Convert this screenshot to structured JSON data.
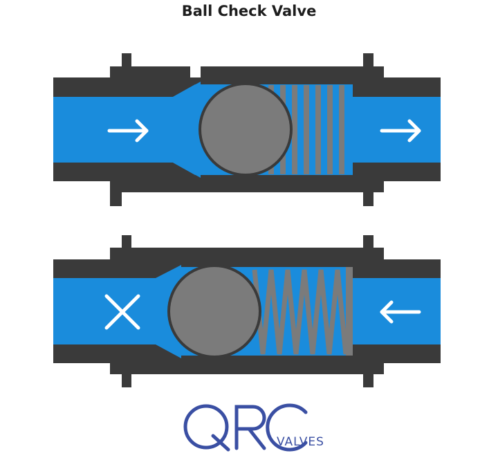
{
  "title": "Ball Check Valve",
  "colors": {
    "body": "#3a3a3a",
    "fluid": "#1a8cdc",
    "ball": "#7b7b7b",
    "spring": "#7b7b7b",
    "arrow": "#ffffff",
    "logo": "#3a4fa3"
  },
  "valves": [
    {
      "state": "open",
      "inlet_icon": "arrow-right-icon",
      "outlet_icon": "arrow-right-icon"
    },
    {
      "state": "closed",
      "inlet_icon": "x-mark-icon",
      "outlet_icon": "arrow-left-icon"
    }
  ],
  "logo": {
    "letters": "QRC",
    "word": "VALVES"
  }
}
